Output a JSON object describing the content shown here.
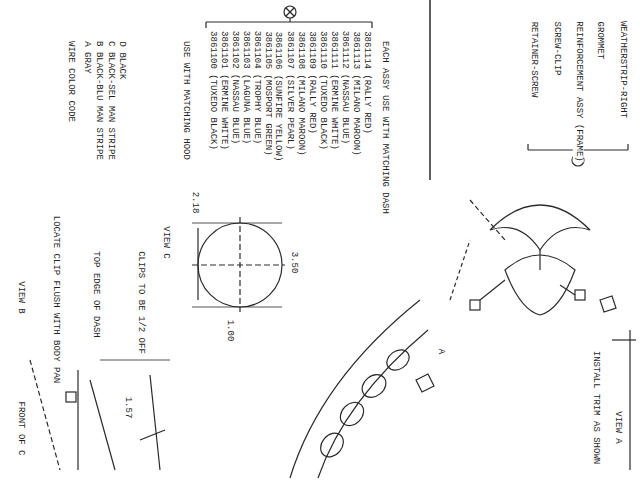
{
  "diagram": {
    "labels": [
      "WIRE COLOR CODE",
      "A GRAY",
      "B BLACK-BLU MAN STRIPE",
      "C BLACK-SEL MAN STRIPE",
      "D BLACK",
      "USE WITH MATCHING HOOD",
      "3861100 (TUXEDO BLACK)",
      "3861101 (ERMINE WHITE)",
      "3861102 (NASSAU BLUE)",
      "3861103 (LAGUNA BLUE)",
      "3861104 (TROPHY BLUE)",
      "3861105 (MOSPORT GREEN)",
      "3861106 (SUNFIRE YELLOW)",
      "3861107 (SILVER PEARL)",
      "3861108 (MILANO MAROON)",
      "3861109 (RALLY RED)",
      "3861110 (TUXEDO BLACK)",
      "3861111 (ERMINE WHITE)",
      "3861112 (NASSAU BLUE)",
      "3861113 (MILANO MAROON)",
      "3861114 (RALLY RED)",
      "EACH ASSY USE WITH MATCHING DASH",
      "RETAINER-SCREW",
      "SCREW-CLIP",
      "REINFORCEMENT ASSY (FRAME)",
      "GROMMET",
      "WEATHERSTRIP-RIGHT",
      "VIEW B",
      "LOCATE CLIP FLUSH WITH BODY PAN",
      "TOP EDGE OF DASH",
      "CLIPS TO BE 1/2 OFF",
      "FRONT OF C",
      "1.57",
      "VIEW C",
      "2.18",
      "3.50",
      "1.00",
      "A",
      "INSTALL TRIM AS SHOWN",
      "VIEW A"
    ]
  }
}
